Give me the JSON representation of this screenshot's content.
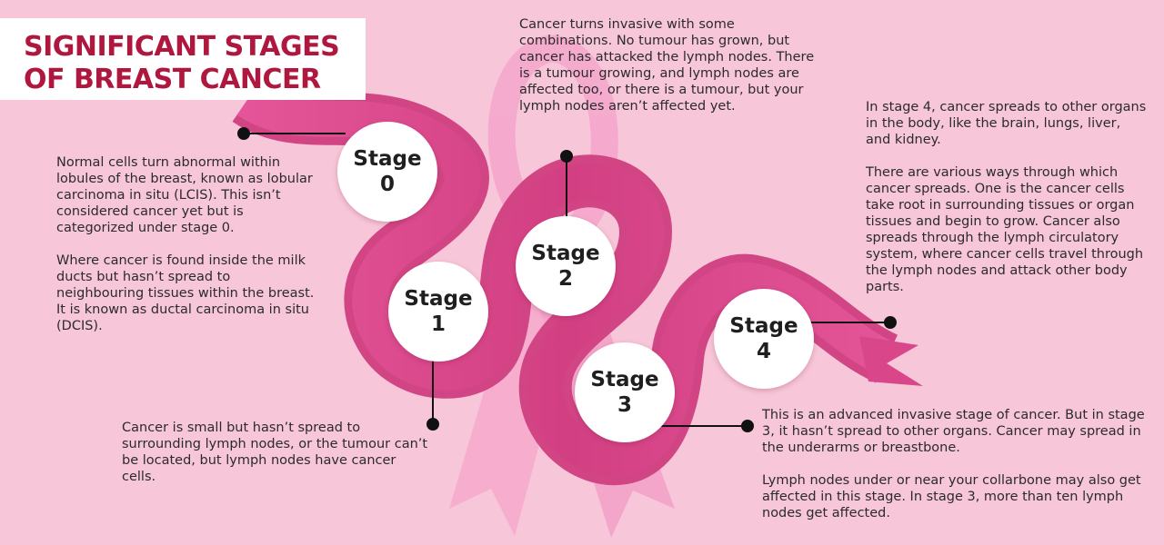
{
  "title": {
    "line1": "SIGNIFICANT STAGES",
    "line2": "OF BREAST CANCER"
  },
  "stages": [
    {
      "label": "Stage",
      "number": "0"
    },
    {
      "label": "Stage",
      "number": "1"
    },
    {
      "label": "Stage",
      "number": "2"
    },
    {
      "label": "Stage",
      "number": "3"
    },
    {
      "label": "Stage",
      "number": "4"
    }
  ],
  "descriptions": {
    "stage0": {
      "p1": "Normal cells turn abnormal within lobules of the breast, known as lobular carcinoma in situ (LCIS). This isn’t considered cancer yet but is categorized under stage 0.",
      "p2": "Where cancer is found inside the milk ducts but hasn’t spread to neighbouring tissues within the breast. It is known as ductal carcinoma in situ (DCIS)."
    },
    "stage1": {
      "p1": "Cancer is small but hasn’t spread to surrounding lymph nodes, or the tumour can’t be located, but lymph nodes have cancer cells."
    },
    "stage2": {
      "p1": "Cancer turns invasive with some combinations. No tumour has grown, but cancer has attacked the lymph nodes. There is a tumour growing, and lymph nodes are affected too, or there is a tumour, but your lymph nodes aren’t affected yet."
    },
    "stage3": {
      "p1": "This is an advanced invasive stage of cancer. But in stage 3, it hasn’t spread to other organs. Cancer may spread in the underarms or breastbone.",
      "p2": "Lymph nodes under or near your collarbone may also get affected in this stage. In stage 3, more than ten lymph nodes get affected."
    },
    "stage4": {
      "p1": "In stage 4, cancer spreads to other organs in the body, like the brain, lungs, liver, and kidney.",
      "p2": "There are various ways through which cancer spreads. One is the cancer cells take root in surrounding tissues or organ tissues and begin to grow. Cancer also spreads through the lymph circulatory system, where cancer cells travel through the lymph nodes and attack other body parts."
    }
  },
  "colors": {
    "background": "#f7c6d8",
    "ribbon": "#e04c8d",
    "ribbon_dark": "#c42d6f",
    "ribbon_light": "#f39cc6",
    "title": "#b0173f",
    "connector": "#111111"
  }
}
